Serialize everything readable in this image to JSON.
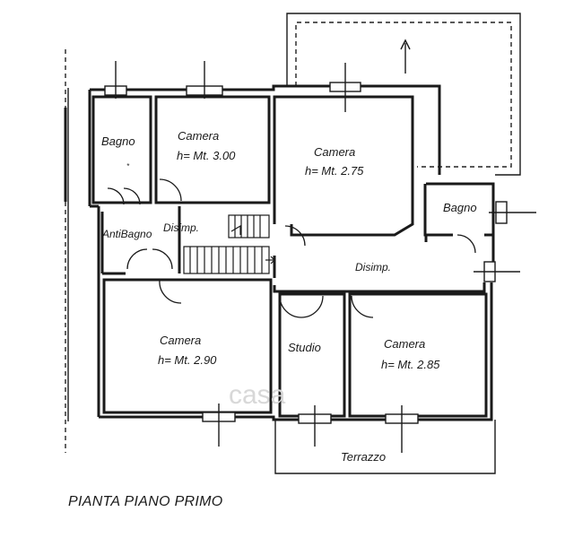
{
  "plan_title": "PIANTA PIANO PRIMO",
  "watermark": "casa",
  "rooms": {
    "bagno_left": {
      "name": "Bagno"
    },
    "camera_1": {
      "name": "Camera",
      "height": "h= Mt. 3.00"
    },
    "camera_2": {
      "name": "Camera",
      "height": "h= Mt. 2.75"
    },
    "bagno_right": {
      "name": "Bagno"
    },
    "antibagno": {
      "name": "AntiBagno"
    },
    "disimp_1": {
      "name": "Disimp."
    },
    "disimp_2": {
      "name": "Disimp."
    },
    "camera_3": {
      "name": "Camera",
      "height": "h= Mt. 2.90"
    },
    "studio": {
      "name": "Studio"
    },
    "camera_4": {
      "name": "Camera",
      "height": "h= Mt. 2.85"
    },
    "terrazzo": {
      "name": "Terrazzo"
    }
  }
}
